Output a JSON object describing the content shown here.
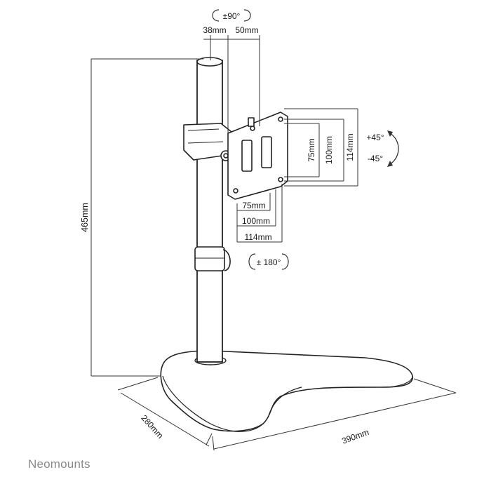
{
  "labels": {
    "rotate_top": "±90°",
    "offset_a": "38mm",
    "offset_b": "50mm",
    "height": "465mm",
    "vesa_v_75": "75mm",
    "vesa_v_100": "100mm",
    "vesa_v_114": "114mm",
    "vesa_h_75": "75mm",
    "vesa_h_100": "100mm",
    "vesa_h_114": "114mm",
    "tilt_up": "+45°",
    "tilt_down": "-45°",
    "swivel": "± 180°",
    "depth": "280mm",
    "width": "390mm"
  },
  "brand": "Neomounts"
}
